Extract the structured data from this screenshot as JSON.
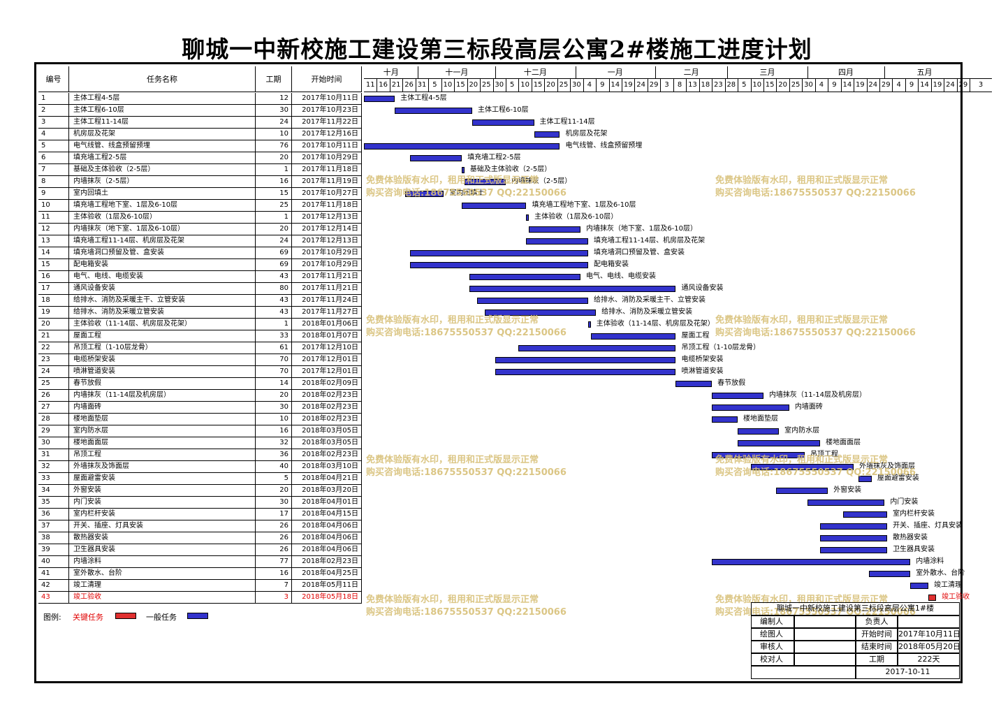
{
  "title": "聊城一中新校施工建设第三标段高层公寓2#楼施工进度计划",
  "headers": {
    "no": "编号",
    "name": "任务名称",
    "duration": "工期",
    "start": "开始时间"
  },
  "chart_data": {
    "type": "gantt",
    "x_start": "2017-10-11",
    "x_end": "2018-05-31",
    "months": [
      {
        "label": "十月",
        "start": "2017-10-11"
      },
      {
        "label": "十一月",
        "start": "2017-11-01"
      },
      {
        "label": "十二月",
        "start": "2017-12-01"
      },
      {
        "label": "一月",
        "start": "2018-01-01"
      },
      {
        "label": "二月",
        "start": "2018-02-01"
      },
      {
        "label": "三月",
        "start": "2018-03-01"
      },
      {
        "label": "四月",
        "start": "2018-04-01"
      },
      {
        "label": "五月",
        "start": "2018-05-01"
      }
    ],
    "day_ticks": [
      {
        "label": "11",
        "date": "2017-10-11"
      },
      {
        "label": "16",
        "date": "2017-10-16"
      },
      {
        "label": "21",
        "date": "2017-10-21"
      },
      {
        "label": "26",
        "date": "2017-10-26"
      },
      {
        "label": "31",
        "date": "2017-10-31"
      },
      {
        "label": "5",
        "date": "2017-11-05"
      },
      {
        "label": "10",
        "date": "2017-11-10"
      },
      {
        "label": "15",
        "date": "2017-11-15"
      },
      {
        "label": "20",
        "date": "2017-11-20"
      },
      {
        "label": "25",
        "date": "2017-11-25"
      },
      {
        "label": "30",
        "date": "2017-11-30"
      },
      {
        "label": "5",
        "date": "2017-12-05"
      },
      {
        "label": "10",
        "date": "2017-12-10"
      },
      {
        "label": "15",
        "date": "2017-12-15"
      },
      {
        "label": "20",
        "date": "2017-12-20"
      },
      {
        "label": "25",
        "date": "2017-12-25"
      },
      {
        "label": "30",
        "date": "2017-12-30"
      },
      {
        "label": "4",
        "date": "2018-01-04"
      },
      {
        "label": "9",
        "date": "2018-01-09"
      },
      {
        "label": "14",
        "date": "2018-01-14"
      },
      {
        "label": "19",
        "date": "2018-01-19"
      },
      {
        "label": "24",
        "date": "2018-01-24"
      },
      {
        "label": "29",
        "date": "2018-01-29"
      },
      {
        "label": "3",
        "date": "2018-02-03"
      },
      {
        "label": "8",
        "date": "2018-02-08"
      },
      {
        "label": "13",
        "date": "2018-02-13"
      },
      {
        "label": "18",
        "date": "2018-02-18"
      },
      {
        "label": "23",
        "date": "2018-02-23"
      },
      {
        "label": "28",
        "date": "2018-02-28"
      },
      {
        "label": "5",
        "date": "2018-03-05"
      },
      {
        "label": "10",
        "date": "2018-03-10"
      },
      {
        "label": "15",
        "date": "2018-03-15"
      },
      {
        "label": "20",
        "date": "2018-03-20"
      },
      {
        "label": "25",
        "date": "2018-03-25"
      },
      {
        "label": "30",
        "date": "2018-03-30"
      },
      {
        "label": "4",
        "date": "2018-04-04"
      },
      {
        "label": "9",
        "date": "2018-04-09"
      },
      {
        "label": "14",
        "date": "2018-04-14"
      },
      {
        "label": "19",
        "date": "2018-04-19"
      },
      {
        "label": "24",
        "date": "2018-04-24"
      },
      {
        "label": "29",
        "date": "2018-04-29"
      },
      {
        "label": "4",
        "date": "2018-05-04"
      },
      {
        "label": "9",
        "date": "2018-05-09"
      },
      {
        "label": "14",
        "date": "2018-05-14"
      },
      {
        "label": "19",
        "date": "2018-05-19"
      },
      {
        "label": "24",
        "date": "2018-05-24"
      },
      {
        "label": "29",
        "date": "2018-05-29"
      },
      {
        "label": "3",
        "date": "2018-06-03"
      }
    ],
    "tasks": [
      {
        "no": "1",
        "name": "主体工程4-5层",
        "duration": 12,
        "start": "2017-10-11",
        "start_text": "2017年10月11日",
        "critical": false
      },
      {
        "no": "2",
        "name": "主体工程6-10层",
        "duration": 30,
        "start": "2017-10-23",
        "start_text": "2017年10月23日",
        "critical": false
      },
      {
        "no": "3",
        "name": "主体工程11-14层",
        "duration": 24,
        "start": "2017-11-22",
        "start_text": "2017年11月22日",
        "critical": false
      },
      {
        "no": "4",
        "name": "机房层及花架",
        "duration": 10,
        "start": "2017-12-16",
        "start_text": "2017年12月16日",
        "critical": false
      },
      {
        "no": "5",
        "name": "电气线管、线盒预留预埋",
        "duration": 76,
        "start": "2017-10-11",
        "start_text": "2017年10月11日",
        "critical": false
      },
      {
        "no": "6",
        "name": "填充墙工程2-5层",
        "duration": 20,
        "start": "2017-10-29",
        "start_text": "2017年10月29日",
        "critical": false
      },
      {
        "no": "7",
        "name": "基础及主体验收（2-5层）",
        "duration": 1,
        "start": "2017-11-18",
        "start_text": "2017年11月18日",
        "critical": false
      },
      {
        "no": "8",
        "name": "内墙抹灰（2-5层）",
        "duration": 16,
        "start": "2017-11-19",
        "start_text": "2017年11月19日",
        "critical": false
      },
      {
        "no": "9",
        "name": "室内回填土",
        "duration": 15,
        "start": "2017-10-27",
        "start_text": "2017年10月27日",
        "critical": false
      },
      {
        "no": "10",
        "name": "填充墙工程地下室、1层及6-10层",
        "duration": 25,
        "start": "2017-11-18",
        "start_text": "2017年11月18日",
        "critical": false
      },
      {
        "no": "11",
        "name": "主体验收（1层及6-10层）",
        "duration": 1,
        "start": "2017-12-13",
        "start_text": "2017年12月13日",
        "critical": false
      },
      {
        "no": "12",
        "name": "内墙抹灰（地下室、1层及6-10层）",
        "duration": 20,
        "start": "2017-12-14",
        "start_text": "2017年12月14日",
        "critical": false
      },
      {
        "no": "13",
        "name": "填充墙工程11-14层、机房层及花架",
        "duration": 24,
        "start": "2017-12-13",
        "start_text": "2017年12月13日",
        "critical": false
      },
      {
        "no": "14",
        "name": "填充墙洞口预留及管、盒安装",
        "duration": 69,
        "start": "2017-10-29",
        "start_text": "2017年10月29日",
        "critical": false
      },
      {
        "no": "15",
        "name": "配电箱安装",
        "duration": 69,
        "start": "2017-10-29",
        "start_text": "2017年10月29日",
        "critical": false
      },
      {
        "no": "16",
        "name": "电气、电线、电缆安装",
        "duration": 43,
        "start": "2017-11-21",
        "start_text": "2017年11月21日",
        "critical": false
      },
      {
        "no": "17",
        "name": "通风设备安装",
        "duration": 80,
        "start": "2017-11-21",
        "start_text": "2017年11月21日",
        "critical": false
      },
      {
        "no": "18",
        "name": "给排水、消防及采暖主干、立管安装",
        "duration": 43,
        "start": "2017-11-24",
        "start_text": "2017年11月24日",
        "critical": false
      },
      {
        "no": "19",
        "name": "给排水、消防及采暖立管安装",
        "duration": 43,
        "start": "2017-11-27",
        "start_text": "2017年11月27日",
        "critical": false
      },
      {
        "no": "20",
        "name": "主体验收（11-14层、机房层及花架）",
        "duration": 1,
        "start": "2018-01-06",
        "start_text": "2018年01月06日",
        "critical": false
      },
      {
        "no": "21",
        "name": "屋面工程",
        "duration": 33,
        "start": "2018-01-07",
        "start_text": "2018年01月07日",
        "critical": false
      },
      {
        "no": "22",
        "name": "吊顶工程（1-10层龙骨）",
        "duration": 61,
        "start": "2017-12-10",
        "start_text": "2017年12月10日",
        "critical": false
      },
      {
        "no": "23",
        "name": "电缆桥架安装",
        "duration": 70,
        "start": "2017-12-01",
        "start_text": "2017年12月01日",
        "critical": false
      },
      {
        "no": "24",
        "name": "喷淋管道安装",
        "duration": 70,
        "start": "2017-12-01",
        "start_text": "2017年12月01日",
        "critical": false
      },
      {
        "no": "25",
        "name": "春节放假",
        "duration": 14,
        "start": "2018-02-09",
        "start_text": "2018年02月09日",
        "critical": false
      },
      {
        "no": "26",
        "name": "内墙抹灰（11-14层及机房层）",
        "duration": 20,
        "start": "2018-02-23",
        "start_text": "2018年02月23日",
        "critical": false
      },
      {
        "no": "27",
        "name": "内墙面砖",
        "duration": 30,
        "start": "2018-02-23",
        "start_text": "2018年02月23日",
        "critical": false
      },
      {
        "no": "28",
        "name": "楼地面垫层",
        "duration": 10,
        "start": "2018-02-23",
        "start_text": "2018年02月23日",
        "critical": false
      },
      {
        "no": "29",
        "name": "室内防水层",
        "duration": 16,
        "start": "2018-03-05",
        "start_text": "2018年03月05日",
        "critical": false
      },
      {
        "no": "30",
        "name": "楼地面面层",
        "duration": 32,
        "start": "2018-03-05",
        "start_text": "2018年03月05日",
        "critical": false
      },
      {
        "no": "31",
        "name": "吊顶工程",
        "duration": 36,
        "start": "2018-02-23",
        "start_text": "2018年02月23日",
        "critical": false
      },
      {
        "no": "32",
        "name": "外墙抹灰及饰面层",
        "duration": 40,
        "start": "2018-03-10",
        "start_text": "2018年03月10日",
        "critical": false
      },
      {
        "no": "33",
        "name": "屋面避雷安装",
        "duration": 5,
        "start": "2018-04-21",
        "start_text": "2018年04月21日",
        "critical": false
      },
      {
        "no": "34",
        "name": "外窗安装",
        "duration": 20,
        "start": "2018-03-20",
        "start_text": "2018年03月20日",
        "critical": false
      },
      {
        "no": "35",
        "name": "内门安装",
        "duration": 30,
        "start": "2018-04-01",
        "start_text": "2018年04月01日",
        "critical": false
      },
      {
        "no": "36",
        "name": "室内栏杆安装",
        "duration": 17,
        "start": "2018-04-15",
        "start_text": "2018年04月15日",
        "critical": false
      },
      {
        "no": "37",
        "name": "开关、插座、灯具安装",
        "duration": 26,
        "start": "2018-04-06",
        "start_text": "2018年04月06日",
        "critical": false
      },
      {
        "no": "38",
        "name": "散热器安装",
        "duration": 26,
        "start": "2018-04-06",
        "start_text": "2018年04月06日",
        "critical": false
      },
      {
        "no": "39",
        "name": "卫生器具安装",
        "duration": 26,
        "start": "2018-04-06",
        "start_text": "2018年04月06日",
        "critical": false
      },
      {
        "no": "40",
        "name": "内墙涂料",
        "duration": 77,
        "start": "2018-02-23",
        "start_text": "2018年02月23日",
        "critical": false
      },
      {
        "no": "41",
        "name": "室外散水、台阶",
        "duration": 16,
        "start": "2018-04-25",
        "start_text": "2018年04月25日",
        "critical": false
      },
      {
        "no": "42",
        "name": "竣工清理",
        "duration": 7,
        "start": "2018-05-11",
        "start_text": "2018年05月11日",
        "critical": false
      },
      {
        "no": "43",
        "name": "竣工验收",
        "duration": 3,
        "start": "2018-05-18",
        "start_text": "2018年05月18日",
        "critical": true
      }
    ]
  },
  "bar_colors": {
    "normal": "#3333cc",
    "critical": "#e03030"
  },
  "watermark": {
    "line1": "免费体验版有水印，租用和正式版显示正常",
    "line2": "购买咨询电话:18675550537 QQ:22150066"
  },
  "legend": {
    "title": "图例:",
    "critical_label": "关键任务",
    "normal_label": "一般任务"
  },
  "sign_table": {
    "title": "聊城一中新校施工建设第三标段高层公寓1#楼",
    "compiler": "编制人",
    "owner": "负责人",
    "drafter": "绘图人",
    "start_label": "开始时间",
    "start_value": "2017年10月11日",
    "reviewer": "审核人",
    "end_label": "结束时间",
    "end_value": "2018年05月20日",
    "checker": "校对人",
    "duration_label": "工期",
    "duration_value": "222天",
    "date": "2017-10-11"
  }
}
